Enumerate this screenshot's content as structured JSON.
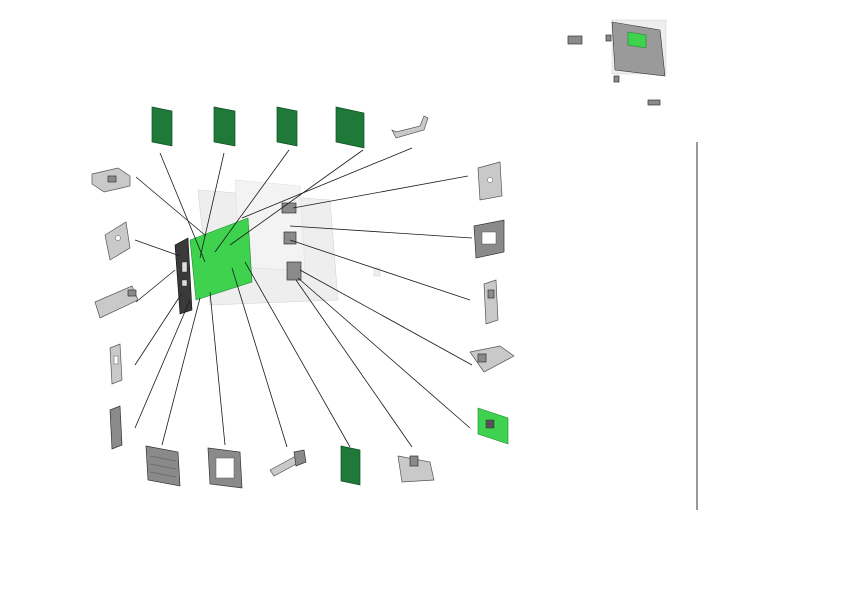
{
  "diagram": {
    "description_visible_text": "",
    "colors": {
      "pcb": "#1f7a3a",
      "pcb_highlight": "#3fd24f",
      "metal": "#c9c9c9",
      "leader": "#1a1a1a"
    },
    "parts": [
      {
        "id": "pcb-card-1",
        "kind": "circuit-board"
      },
      {
        "id": "pcb-card-2",
        "kind": "circuit-board"
      },
      {
        "id": "pcb-card-3",
        "kind": "circuit-board"
      },
      {
        "id": "pcb-card-4",
        "kind": "circuit-board"
      },
      {
        "id": "handle",
        "kind": "metal-part"
      },
      {
        "id": "top-left-bracket",
        "kind": "metal-part"
      },
      {
        "id": "left-bracket-2",
        "kind": "metal-part"
      },
      {
        "id": "left-cover-plate",
        "kind": "metal-part"
      },
      {
        "id": "left-rail-1",
        "kind": "metal-part"
      },
      {
        "id": "left-rail-2",
        "kind": "metal-part"
      },
      {
        "id": "heatsink-block",
        "kind": "metal-part"
      },
      {
        "id": "frame-bracket",
        "kind": "metal-part"
      },
      {
        "id": "shaft-pin",
        "kind": "metal-part"
      },
      {
        "id": "bottom-pcb-card",
        "kind": "circuit-board"
      },
      {
        "id": "bottom-clip-bracket",
        "kind": "metal-part"
      },
      {
        "id": "right-plate-1",
        "kind": "metal-part"
      },
      {
        "id": "right-plate-2",
        "kind": "metal-part"
      },
      {
        "id": "right-rail",
        "kind": "metal-part"
      },
      {
        "id": "right-angle-bracket",
        "kind": "metal-part"
      },
      {
        "id": "small-green-board",
        "kind": "circuit-board"
      }
    ]
  }
}
